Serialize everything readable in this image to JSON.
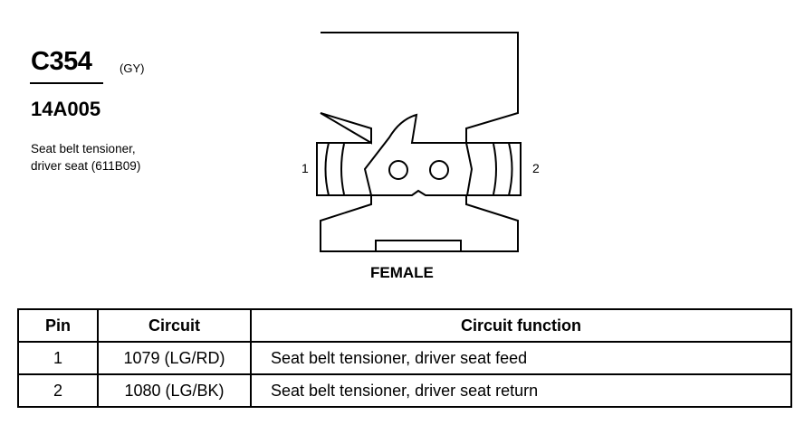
{
  "connector": {
    "id": "C354",
    "color": "(GY)",
    "part_number": "14A005",
    "description_line1": "Seat belt tensioner,",
    "description_line2": "driver seat (611B09)",
    "pin_left_label": "1",
    "pin_right_label": "2",
    "gender": "FEMALE"
  },
  "table": {
    "headers": {
      "pin": "Pin",
      "circuit": "Circuit",
      "function": "Circuit function"
    },
    "rows": [
      {
        "pin": "1",
        "circuit": "1079 (LG/RD)",
        "function": "Seat belt tensioner, driver seat  feed"
      },
      {
        "pin": "2",
        "circuit": "1080 (LG/BK)",
        "function": "Seat belt tensioner, driver seat  return"
      }
    ]
  }
}
